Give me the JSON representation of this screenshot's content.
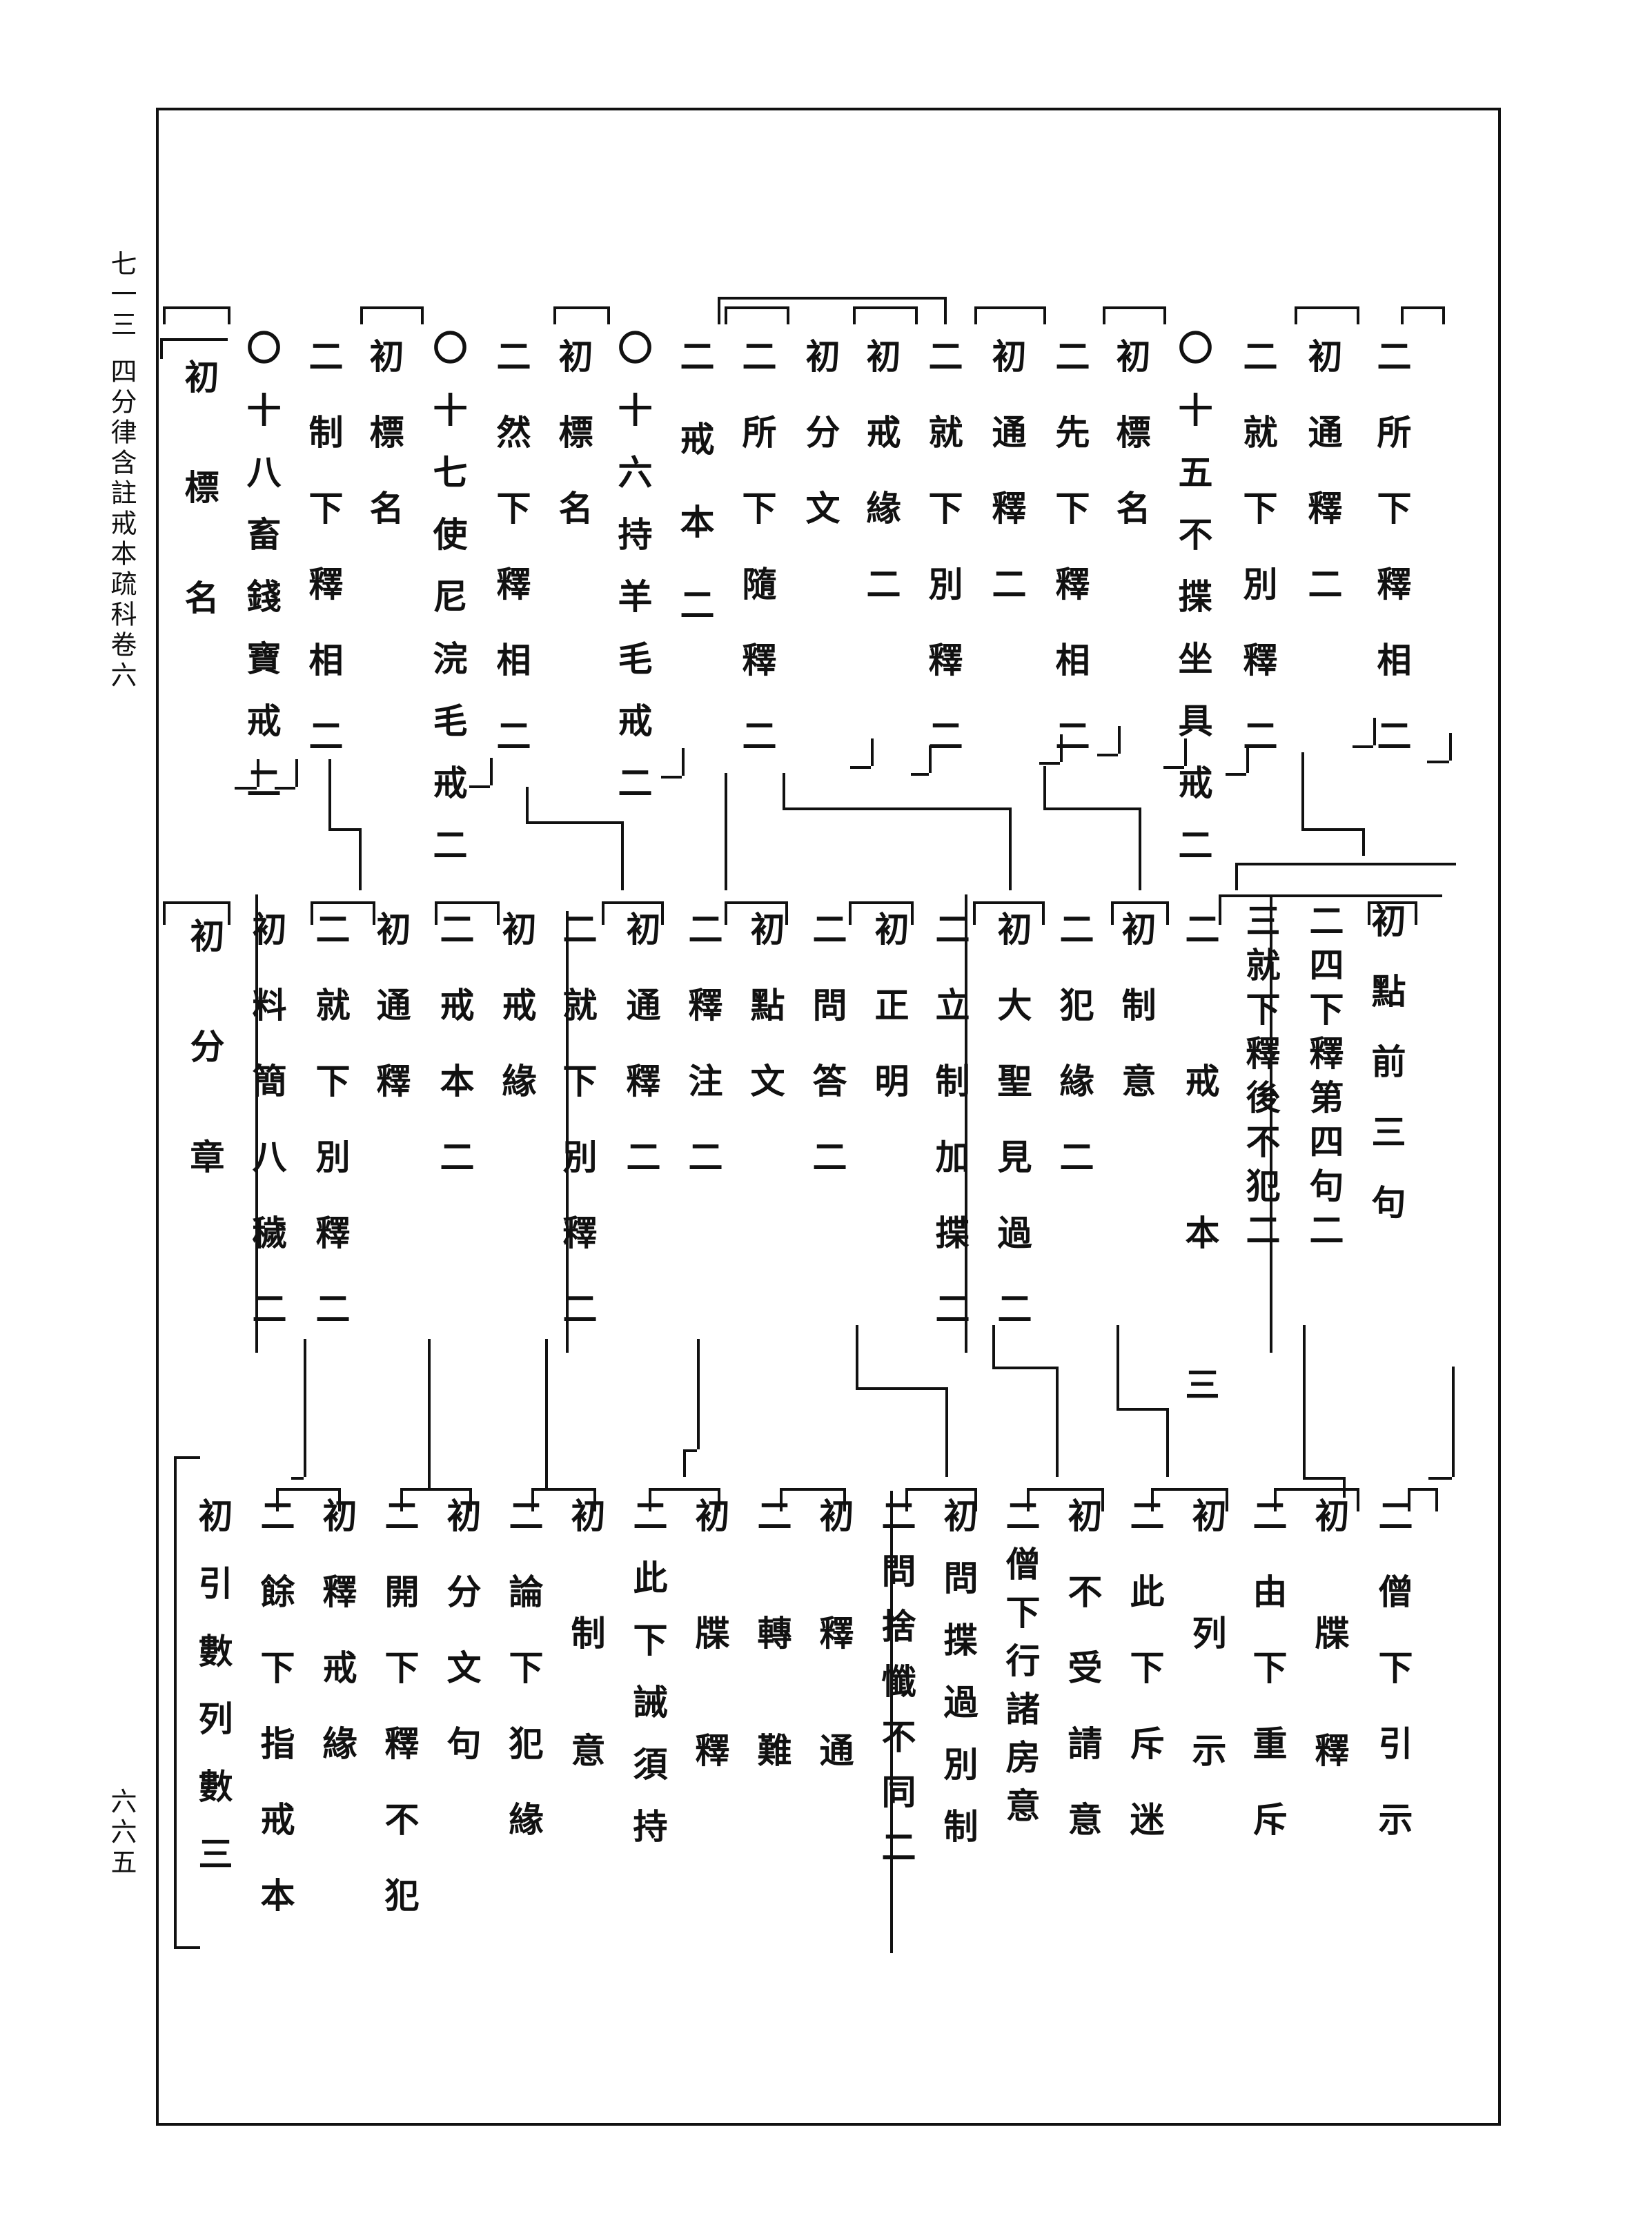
{
  "margins": {
    "volume": "七一三",
    "title": "四分律含註戒本疏科卷六",
    "page_number": "六六五"
  },
  "rows": [
    {
      "name": "row-1",
      "columns": [
        "二所下釋相二",
        "初通釋二",
        "二就下別釋二",
        "〇十五不揲坐具戒二",
        "初標名",
        "二先下釋相二",
        "初通釋二",
        "二就下別釋二",
        "初戒緣二",
        "初分文",
        "二所下隨釋二",
        "二戒本二",
        "〇十六持羊毛戒二",
        "初標名",
        "二然下釋相二",
        "〇十七使尼浣毛戒二",
        "初標名",
        "二制下釋相二",
        "〇十八畜錢寶戒二",
        "初標名"
      ]
    },
    {
      "name": "row-2",
      "columns": [
        "初點前三句",
        "二四下釋第四句二",
        "三就下釋後不犯二",
        "二戒本三",
        "初制意",
        "二犯緣二",
        "初大聖見過二",
        "二立制加揲二",
        "初正明",
        "二問答二",
        "初點文",
        "二釋注二",
        "初通釋二",
        "二就下別釋二",
        "初戒緣",
        "二戒本二",
        "初通釋",
        "二就下別釋二",
        "初料簡八穢二",
        "初分章"
      ]
    },
    {
      "name": "row-3",
      "columns": [
        "二僧下引示",
        "初牒釋",
        "二由下重斥",
        "初列示",
        "二此下斥迷",
        "初不受請意",
        "二僧下行諸房意",
        "初問揲過別制",
        "二問捨懺不同二",
        "初釋通",
        "二轉難",
        "初牒釋",
        "二此下誡須持",
        "初制意",
        "二論下犯緣",
        "初分文句",
        "二開下釋不犯",
        "初釋戒緣",
        "二餘下指戒本",
        "初引數列數三"
      ]
    }
  ]
}
